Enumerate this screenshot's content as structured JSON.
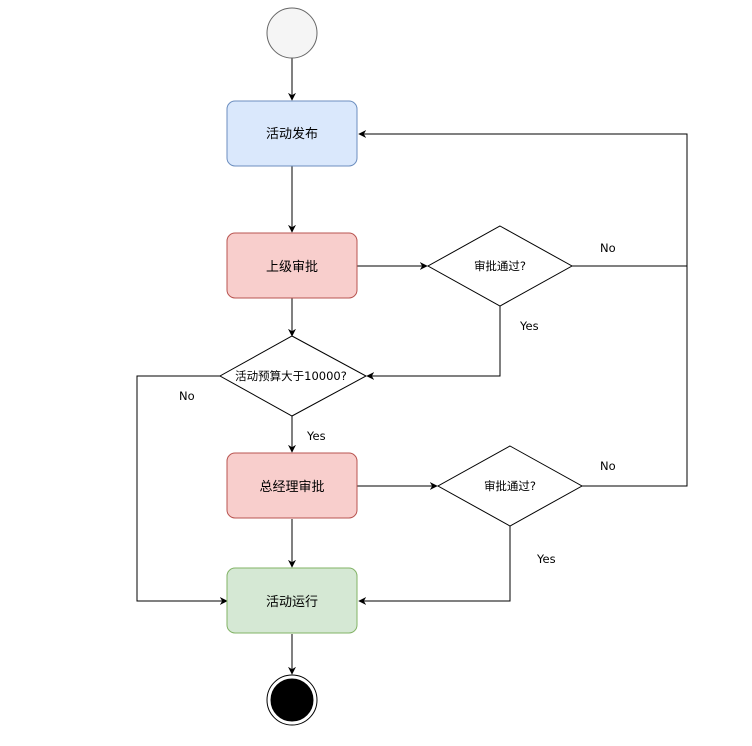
{
  "nodes": {
    "publish": {
      "label": "活动发布",
      "fill": "#dae8fc",
      "stroke": "#6c8ebf"
    },
    "superior": {
      "label": "上级审批",
      "fill": "#f8cecc",
      "stroke": "#b85450"
    },
    "gm": {
      "label": "总经理审批",
      "fill": "#f8cecc",
      "stroke": "#b85450"
    },
    "run": {
      "label": "活动运行",
      "fill": "#d5e8d4",
      "stroke": "#82b366"
    },
    "approve1": {
      "label": "审批通过?"
    },
    "budget": {
      "label": "活动预算大于10000?"
    },
    "approve2": {
      "label": "审批通过?"
    },
    "start": {
      "fill": "#f5f5f5",
      "stroke": "#666666"
    },
    "end": {
      "fill": "#000000",
      "stroke": "#000000"
    }
  },
  "edge_labels": {
    "approve1_no": "No",
    "approve1_yes": "Yes",
    "budget_no": "No",
    "budget_yes": "Yes",
    "approve2_no": "No",
    "approve2_yes": "Yes"
  }
}
